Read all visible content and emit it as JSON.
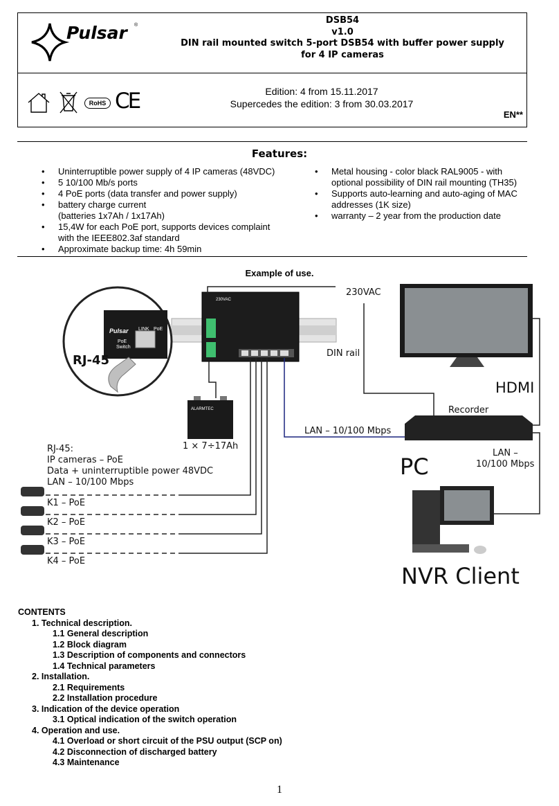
{
  "header": {
    "logo_text": "Pulsar",
    "title_lines": [
      "DSB54",
      "v1.0",
      "DIN rail mounted switch 5-port DSB54 with buffer power supply",
      "for 4 IP cameras"
    ],
    "edition": "Edition: 4 from 15.11.2017",
    "supersedes": "Supercedes the edition: 3 from 30.03.2017",
    "language": "EN**",
    "cert_marks": [
      "house-icon",
      "weee-bin-icon",
      "RoHS",
      "CE"
    ]
  },
  "features": {
    "title": "Features:",
    "left": [
      "Uninterruptible power supply of 4 IP cameras (48VDC)",
      "5 10/100 Mb/s ports",
      "4 PoE ports (data transfer and power supply)",
      "battery charge current\n(batteries 1x7Ah / 1x17Ah)",
      "15,4W for each PoE port, supports devices complaint\nwith the IEEE802.3af standard",
      "Approximate backup time: 4h 59min"
    ],
    "right": [
      "Metal housing - color black RAL9005 - with\noptional possibility of DIN rail mounting (TH35)",
      "Supports auto-learning and auto-aging of MAC\naddresses (1K size)",
      "warranty – 2 year from the production date"
    ]
  },
  "example": {
    "title": "Example of use.",
    "labels": {
      "vac": "230VAC",
      "din_rail": "DIN rail",
      "hdmi": "HDMI",
      "recorder": "Recorder",
      "rj45_big": "RJ-45",
      "battery": "1 × 7÷17Ah",
      "lan_left": "LAN – 10/100 Mbps",
      "lan_right_1": "LAN –",
      "lan_right_2": "10/100 Mbps",
      "pc": "PC",
      "nvr_client": "NVR Client",
      "rj45_desc": [
        "RJ-45:",
        "IP cameras – PoE",
        "Data + uninterruptible power 48VDC",
        "LAN – 10/100 Mbps"
      ],
      "cameras": [
        "K1 – PoE",
        "K2 – PoE",
        "K3 – PoE",
        "K4 – PoE"
      ],
      "switch_small_1": "PoE",
      "switch_small_2": "Switch",
      "link": "LINK",
      "poe": "PoE",
      "battery_brand": "ALARMTEC",
      "switch_model": "230VAC",
      "device_logo": "Pulsar"
    }
  },
  "contents": {
    "heading": "CONTENTS",
    "items": [
      {
        "level": 1,
        "text": "1. Technical description."
      },
      {
        "level": 2,
        "text": "1.1 General description"
      },
      {
        "level": 2,
        "text": "1.2 Block diagram"
      },
      {
        "level": 2,
        "text": "1.3 Description of components and connectors"
      },
      {
        "level": 2,
        "text": "1.4 Technical parameters"
      },
      {
        "level": 1,
        "text": "2. Installation."
      },
      {
        "level": 2,
        "text": "2.1 Requirements"
      },
      {
        "level": 2,
        "text": "2.2 Installation procedure"
      },
      {
        "level": 1,
        "text": "3. Indication of the device operation"
      },
      {
        "level": 2,
        "text": "3.1 Optical indication of the switch operation"
      },
      {
        "level": 1,
        "text": "4. Operation and use."
      },
      {
        "level": 2,
        "text": "4.1 Overload or short circuit of the PSU output (SCP on)"
      },
      {
        "level": 2,
        "text": "4.2 Disconnection of discharged battery"
      },
      {
        "level": 2,
        "text": "4.3 Maintenance"
      }
    ]
  },
  "page_number": "1"
}
